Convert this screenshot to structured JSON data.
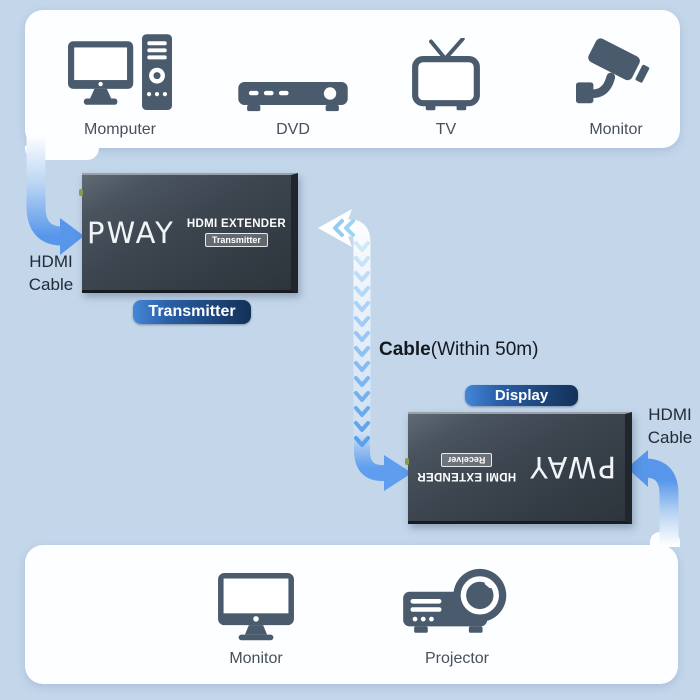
{
  "source_panel": {
    "devices": [
      {
        "icon": "desktop-computer-icon",
        "label": "Momputer"
      },
      {
        "icon": "dvd-player-icon",
        "label": "DVD"
      },
      {
        "icon": "tv-icon",
        "label": "TV"
      },
      {
        "icon": "cctv-camera-icon",
        "label": "Monitor"
      }
    ]
  },
  "transmitter_unit": {
    "brand": "PWAY",
    "product": "HDMI EXTENDER",
    "variant": "Transmitter"
  },
  "receiver_unit": {
    "brand": "PWAY",
    "product": "HDMI EXTENDER",
    "variant": "Receiver"
  },
  "badges": {
    "transmitter": "Transmitter",
    "display": "Display"
  },
  "cable_labels": {
    "left": [
      "HDMI",
      "Cable"
    ],
    "right": [
      "HDMI",
      "Cable"
    ],
    "middle_bold": "Cable",
    "middle_rest": "(Within 50m)"
  },
  "output_panel": {
    "devices": [
      {
        "icon": "monitor-icon",
        "label": "Monitor"
      },
      {
        "icon": "projector-icon",
        "label": "Projector"
      }
    ]
  },
  "colors": {
    "background": "#c3d6ea",
    "icon": "#4a5b6d",
    "accent_blue": "#5796ea",
    "badge_navy": "#123158"
  }
}
